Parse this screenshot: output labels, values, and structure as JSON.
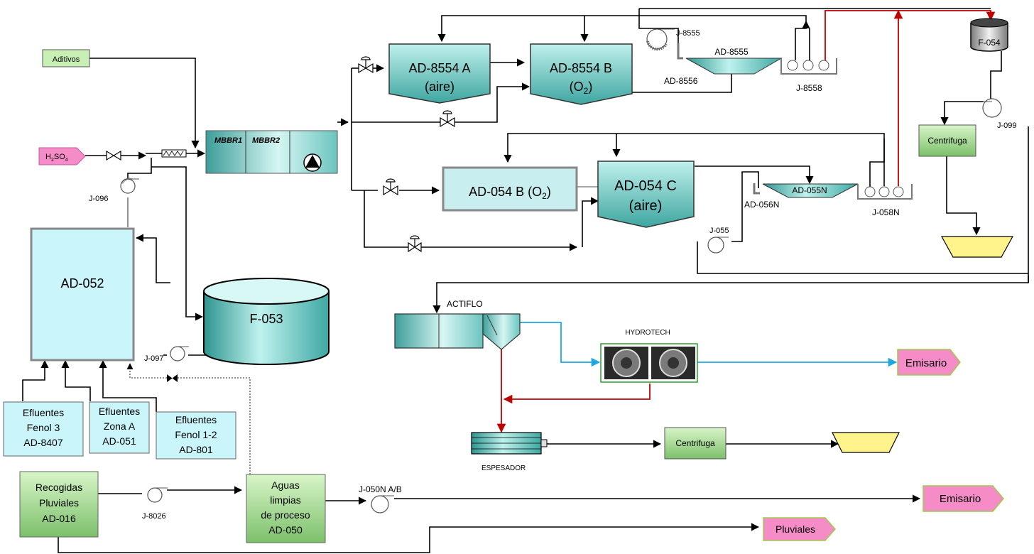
{
  "labels": {
    "aditivos": "Aditivos",
    "h2so4_main": "H",
    "h2so4_sub2": "2",
    "h2so4_mid": "SO",
    "h2so4_sub4": "4",
    "mbbr1": "MBBR1",
    "mbbr2": "MBBR2",
    "j096": "J-096",
    "ad052": "AD-052",
    "f053": "F-053",
    "j097": "J-097",
    "ef1_l1": "Efluentes",
    "ef1_l2": "Fenol 3",
    "ef1_l3": "AD-8407",
    "ef2_l1": "Efluentes",
    "ef2_l2": "Zona A",
    "ef2_l3": "AD-051",
    "ef3_l1": "Efluentes",
    "ef3_l2": "Fenol 1-2",
    "ef3_l3": "AD-801",
    "rp_l1": "Recogidas",
    "rp_l2": "Pluviales",
    "rp_l3": "AD-016",
    "j8026": "J-8026",
    "al_l1": "Aguas",
    "al_l2": "limpias",
    "al_l3": "de proceso",
    "al_l4": "AD-050",
    "j050": "J-050N A/B",
    "emisario1": "Emisario",
    "emisario2": "Emisario",
    "pluviales": "Pluviales",
    "ad8554a_l1": "AD-8554 A",
    "ad8554a_l2": "(aire)",
    "ad8554b_l1": "AD-8554 B",
    "ad8554b_l2a": "(O",
    "ad8554b_sub": "2",
    "ad8554b_l2b": ")",
    "j8555": "J-8555",
    "ad8555": "AD-8555",
    "ad8556": "AD-8556",
    "j8558": "J-8558",
    "f054": "F-054",
    "j099": "J-099",
    "centrifuga1": "Centrifuga",
    "centrifuga2": "Centrifuga",
    "ad054b_a": "AD-054 B  (O",
    "ad054b_sub": "2",
    "ad054b_b": ")",
    "ad054c_l1": "AD-054 C",
    "ad054c_l2": "(aire)",
    "ad055n": "AD-055N",
    "ad056n": "AD-056N",
    "j058n": "J-058N",
    "j055": "J-055",
    "actiflo": "ACTIFLO",
    "hydrotech": "HYDROTECH",
    "espesador": "ESPESADOR"
  },
  "colors": {
    "line": "#000000",
    "return_line": "#c00000",
    "clean_line": "#1fa8e0",
    "teal_dark": "#3a9a96",
    "teal_light": "#c8f2f0",
    "influent_box": "#c9f5fb",
    "green_box": "#c8f0b4",
    "pink_arrow": "#f58cc8",
    "sludge_yellow": "#fff48c"
  }
}
